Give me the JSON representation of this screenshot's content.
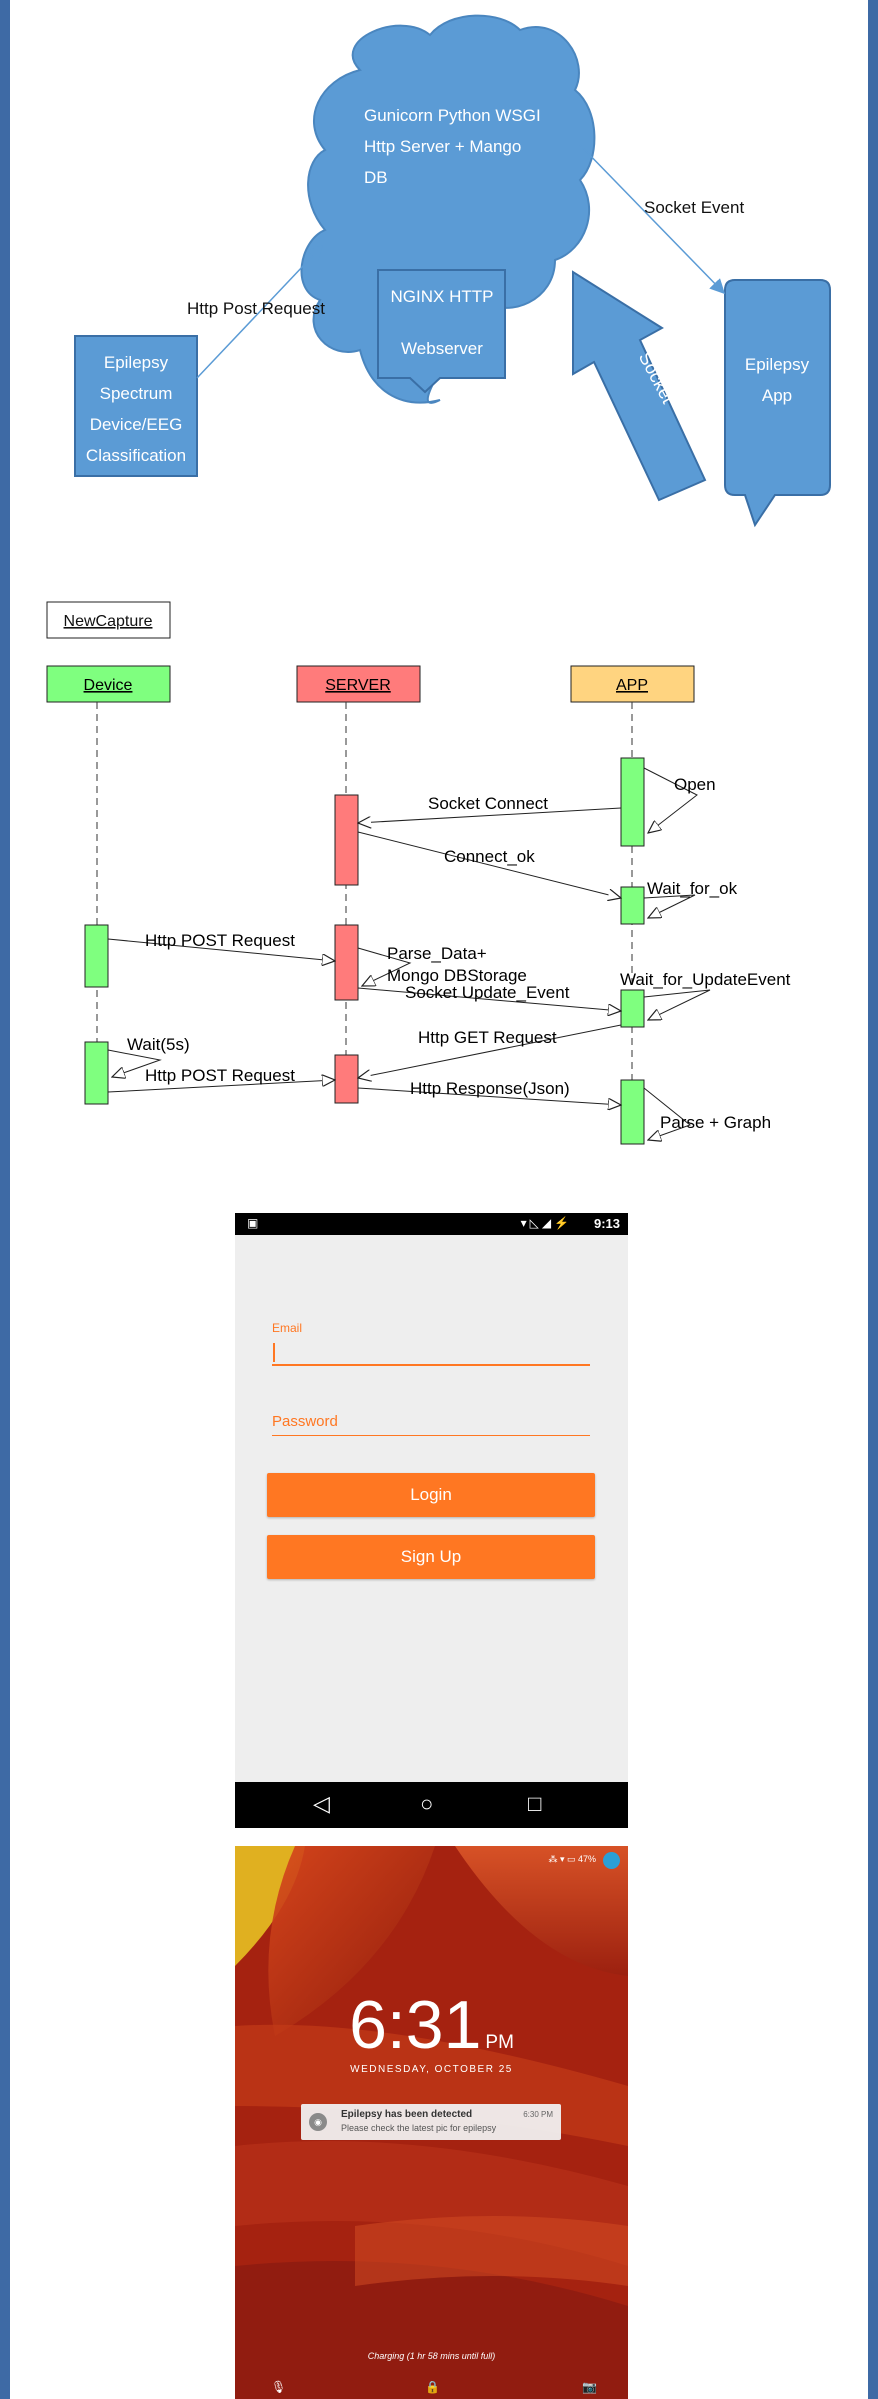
{
  "colors": {
    "frame": "#3e6aa5",
    "arch_blue": "#5b9bd5",
    "device_green": "#7fff7f",
    "server_red": "#ff7b7b",
    "app_orange": "#ffd480",
    "app_accent": "#ff7722"
  },
  "architecture": {
    "cloud_text": [
      "Gunicorn Python WSGI",
      "Http Server + Mango",
      "DB"
    ],
    "nginx_text": [
      "NGINX HTTP",
      "Webserver"
    ],
    "device_text": [
      "Epilepsy",
      "Spectrum",
      "Device/EEG",
      "Classification"
    ],
    "app_text": [
      "Epilepsy",
      "App"
    ],
    "http_post_label": "Http Post Request",
    "socket_event_label": "Socket Event",
    "socket_label": "Socket"
  },
  "sequence": {
    "title": "NewCapture",
    "lanes": [
      "Device",
      "SERVER",
      "APP"
    ],
    "messages": {
      "open": "Open",
      "socket_connect": "Socket Connect",
      "connect_ok": "Connect_ok",
      "wait_for_ok": "Wait_for_ok",
      "http_post_1": "Http POST Request",
      "parse_data": "Parse_Data+",
      "mongo_storage": "Mongo DBStorage",
      "socket_update": "Socket Update_Event",
      "wait_update": "Wait_for_UpdateEvent",
      "http_get": "Http GET Request",
      "wait5": "Wait(5s)",
      "http_post_2": "Http POST Request",
      "http_response": "Http Response(Json)",
      "parse_graph": "Parse + Graph"
    }
  },
  "login_screen": {
    "status_time": "9:13",
    "email_label": "Email",
    "password_placeholder": "Password",
    "login_button": "Login",
    "signup_button": "Sign Up",
    "nav_back": "◁",
    "nav_home": "○",
    "nav_recent": "□"
  },
  "lock_screen": {
    "time": "6:31",
    "ampm": "PM",
    "date": "WEDNESDAY, OCTOBER 25",
    "battery": "47%",
    "notification_title": "Epilepsy has been detected",
    "notification_text": "Please check the latest pic for epilepsy",
    "notification_time": "6:30 PM",
    "charging": "Charging (1 hr 58 mins until full)"
  }
}
